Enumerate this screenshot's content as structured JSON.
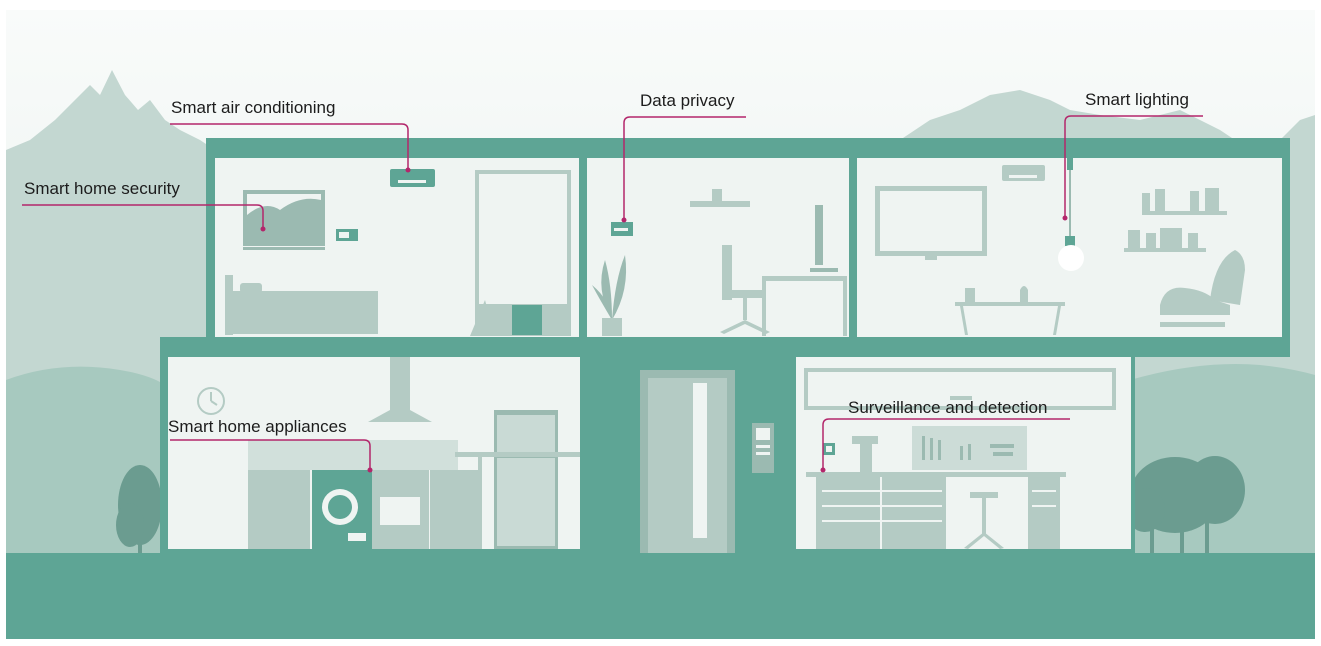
{
  "colors": {
    "sky_top": "#f9fbfa",
    "sky_bottom": "#e4eeeb",
    "mountain": "#c3d7d1",
    "hill": "#a7c9bf",
    "tree": "#6b9c90",
    "wall": "#5ea595",
    "ground": "#5ea595",
    "room_interior": "#eff4f2",
    "furniture": "#b4cbc4",
    "furniture_dark": "#9bbab1",
    "appliance_highlight": "#5ea595",
    "callout_line": "#b3266b",
    "label_text": "#1c1c1c"
  },
  "callouts": [
    {
      "id": "smart-air-conditioning",
      "label": "Smart air conditioning"
    },
    {
      "id": "data-privacy",
      "label": "Data privacy"
    },
    {
      "id": "smart-lighting",
      "label": "Smart lighting"
    },
    {
      "id": "smart-home-security",
      "label": "Smart home security"
    },
    {
      "id": "smart-home-appliances",
      "label": "Smart home appliances"
    },
    {
      "id": "surveillance-and-detection",
      "label": "Surveillance and detection"
    }
  ],
  "icons": [
    "air-conditioner-icon",
    "router-icon",
    "light-bulb-icon",
    "tv-icon",
    "washing-machine-icon",
    "intercom-icon",
    "door-icon",
    "clock-icon",
    "chair-icon",
    "plant-icon",
    "tree-icon",
    "mountain-icon",
    "security-camera-icon"
  ]
}
